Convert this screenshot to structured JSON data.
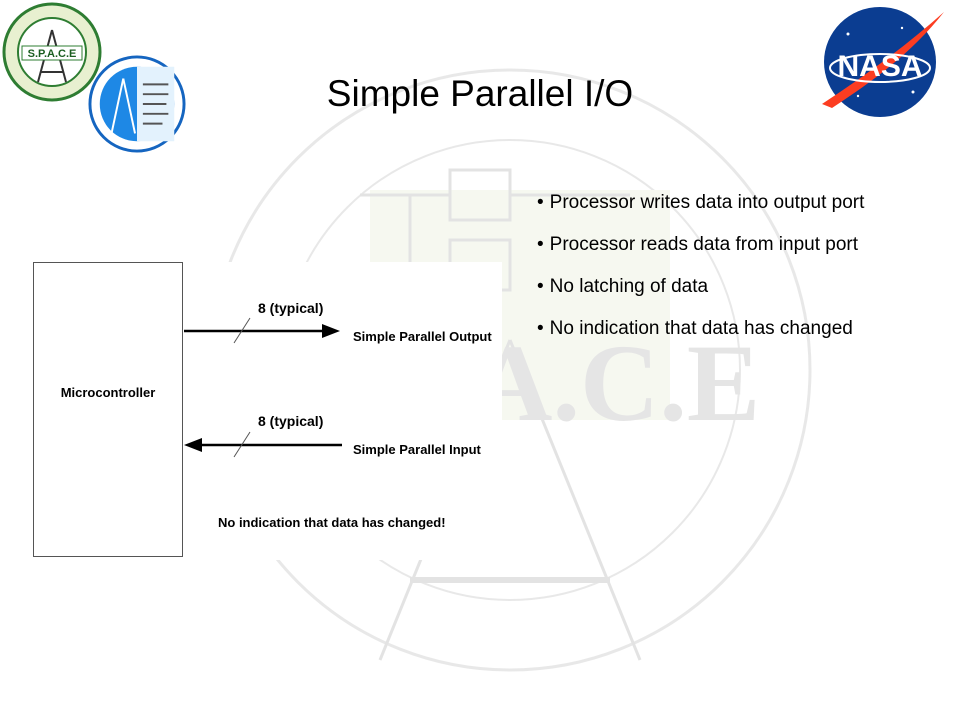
{
  "slide": {
    "title": "Simple Parallel I/O",
    "bullets": [
      "Processor writes data into output port",
      "Processor reads data from input port",
      "No latching of data",
      "No indication that data has changed"
    ]
  },
  "diagram": {
    "microcontroller_label": "Microcontroller",
    "output_width_label": "8 (typical)",
    "output_label": "Simple Parallel Output",
    "input_width_label": "8 (typical)",
    "input_label": "Simple Parallel Input",
    "note": "No indication that data has changed!"
  },
  "logos": {
    "space_logo_text": "S.P.A.C.E",
    "nasa_logo_text": "NASA"
  },
  "watermark": {
    "text": "S.P.A.C.E"
  },
  "colors": {
    "nasa_blue": "#0b3d91",
    "nasa_red": "#fc3d21",
    "space_green": "#2e7d32",
    "dept_blue": "#1565c0",
    "watermark": "#8d8d8d"
  }
}
